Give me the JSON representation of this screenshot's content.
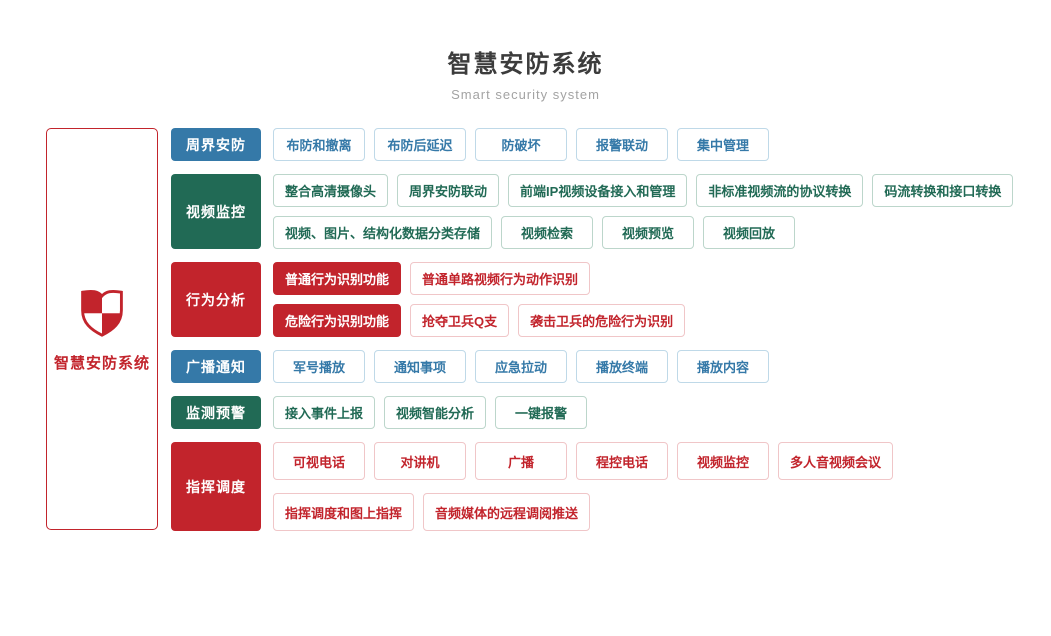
{
  "header": {
    "title": "智慧安防系统",
    "subtitle": "Smart security system"
  },
  "side_panel": {
    "icon": "shield-icon",
    "label": "智慧安防系统"
  },
  "colors": {
    "blue": {
      "main": "#3579a8",
      "border": "#bfd9e8"
    },
    "green": {
      "main": "#216a55",
      "border": "#bcd6cb"
    },
    "red": {
      "main": "#c2242c",
      "border": "#f0c6c8"
    }
  },
  "groups": [
    {
      "id": "perimeter-security",
      "label": "周界安防",
      "color": "blue",
      "tall": false,
      "rows": [
        [
          {
            "label": "布防和撤离",
            "solid": false
          },
          {
            "label": "布防后延迟",
            "solid": false
          },
          {
            "label": "防破坏",
            "solid": false
          },
          {
            "label": "报警联动",
            "solid": false
          },
          {
            "label": "集中管理",
            "solid": false
          }
        ]
      ]
    },
    {
      "id": "video-surveillance",
      "label": "视频监控",
      "color": "green",
      "tall": false,
      "rows": [
        [
          {
            "label": "整合高清摄像头",
            "solid": false
          },
          {
            "label": "周界安防联动",
            "solid": false
          },
          {
            "label": "前端IP视频设备接入和管理",
            "solid": false
          },
          {
            "label": "非标准视频流的协议转换",
            "solid": false
          },
          {
            "label": "码流转换和接口转换",
            "solid": false
          }
        ],
        [
          {
            "label": "视频、图片、结构化数据分类存储",
            "solid": false
          },
          {
            "label": "视频检索",
            "solid": false
          },
          {
            "label": "视频预览",
            "solid": false
          },
          {
            "label": "视频回放",
            "solid": false
          }
        ]
      ]
    },
    {
      "id": "behavior-analysis",
      "label": "行为分析",
      "color": "red",
      "tall": false,
      "rows": [
        [
          {
            "label": "普通行为识别功能",
            "solid": true
          },
          {
            "label": "普通单路视频行为动作识别",
            "solid": false
          }
        ],
        [
          {
            "label": "危险行为识别功能",
            "solid": true
          },
          {
            "label": "抢夺卫兵Q支",
            "solid": false
          },
          {
            "label": "袭击卫兵的危险行为识别",
            "solid": false
          }
        ]
      ]
    },
    {
      "id": "broadcast-notice",
      "label": "广播通知",
      "color": "blue",
      "tall": false,
      "rows": [
        [
          {
            "label": "军号播放",
            "solid": false
          },
          {
            "label": "通知事项",
            "solid": false
          },
          {
            "label": "应急拉动",
            "solid": false
          },
          {
            "label": "播放终端",
            "solid": false
          },
          {
            "label": "播放内容",
            "solid": false
          }
        ]
      ]
    },
    {
      "id": "monitor-warning",
      "label": "监测预警",
      "color": "green",
      "tall": false,
      "rows": [
        [
          {
            "label": "接入事件上报",
            "solid": false
          },
          {
            "label": "视频智能分析",
            "solid": false
          },
          {
            "label": "一键报警",
            "solid": false
          }
        ]
      ]
    },
    {
      "id": "command-dispatch",
      "label": "指挥调度",
      "color": "red",
      "tall": true,
      "rows": [
        [
          {
            "label": "可视电话",
            "solid": false
          },
          {
            "label": "对讲机",
            "solid": false
          },
          {
            "label": "广播",
            "solid": false
          },
          {
            "label": "程控电话",
            "solid": false
          },
          {
            "label": "视频监控",
            "solid": false
          },
          {
            "label": "多人音视频会议",
            "solid": false
          }
        ],
        [
          {
            "label": "指挥调度和图上指挥",
            "solid": false
          },
          {
            "label": "音频媒体的远程调阅推送",
            "solid": false
          }
        ]
      ]
    }
  ]
}
